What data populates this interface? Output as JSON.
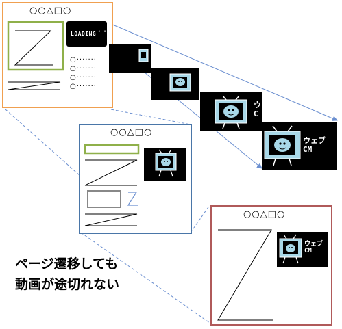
{
  "page_title": "○○△□○",
  "frames": [
    {
      "title": "○○△□○",
      "border_color": "#f0a050"
    },
    {
      "title": "○○△□○",
      "border_color": "#4a76a8"
    },
    {
      "title": "○○△□○",
      "border_color": "#b05a5a"
    }
  ],
  "loading_label": "LOADING",
  "loading_dots": "• •",
  "list_bullet": "○·······",
  "video_cm": "ウェブ\nCM",
  "video_partial": "ウ\nC",
  "caption_line1": "ページ遷移しても",
  "caption_line2": "動画が途切れない",
  "colors": {
    "orange": "#f0a050",
    "blue": "#4a76a8",
    "red": "#b05a5a",
    "green": "#8fb04a",
    "tv_body": "#a8d8e8",
    "arrow": "#6b8fd0"
  }
}
